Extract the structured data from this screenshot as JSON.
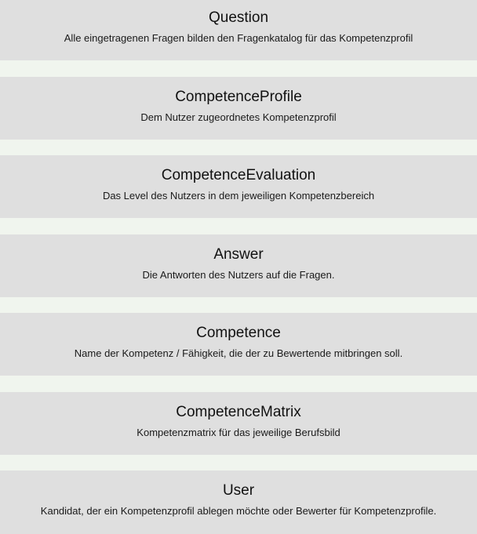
{
  "entities": [
    {
      "name": "Question",
      "description": "Alle eingetragenen Fragen bilden den Fragenkatalog für das Kompetenzprofil"
    },
    {
      "name": "CompetenceProfile",
      "description": "Dem Nutzer zugeordnetes Kompetenzprofil"
    },
    {
      "name": "CompetenceEvaluation",
      "description": "Das Level des Nutzers in dem jeweiligen Kompetenzbereich"
    },
    {
      "name": "Answer",
      "description": "Die Antworten des Nutzers auf die Fragen."
    },
    {
      "name": "Competence",
      "description": "Name der Kompetenz / Fähigkeit, die der zu Bewertende mitbringen soll."
    },
    {
      "name": "CompetenceMatrix",
      "description": "Kompetenzmatrix für das jeweilige Berufsbild"
    },
    {
      "name": "User",
      "description": "Kandidat, der ein Kompetenzprofil ablegen möchte oder Bewerter für Kompetenzprofile."
    }
  ]
}
